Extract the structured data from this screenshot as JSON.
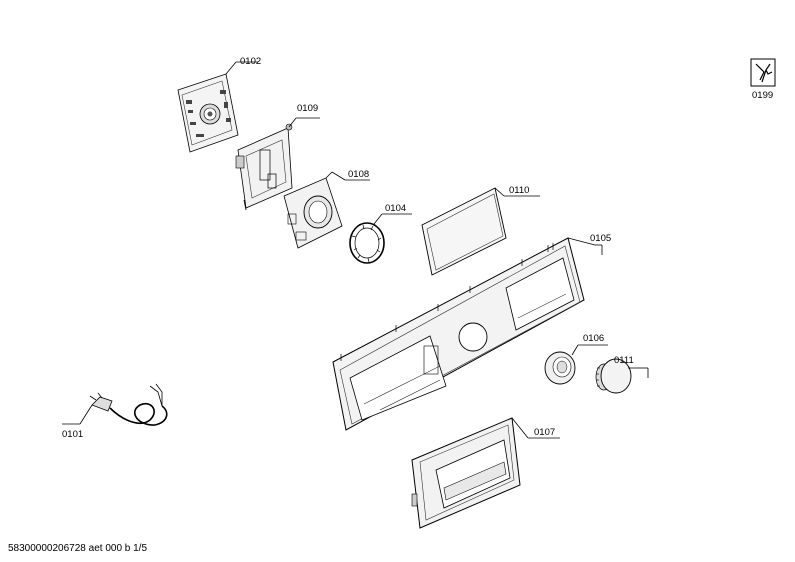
{
  "parts": [
    {
      "id": "p0102",
      "label": "0102"
    },
    {
      "id": "p0109",
      "label": "0109"
    },
    {
      "id": "p0108",
      "label": "0108"
    },
    {
      "id": "p0104",
      "label": "0104"
    },
    {
      "id": "p0110",
      "label": "0110"
    },
    {
      "id": "p0105",
      "label": "0105"
    },
    {
      "id": "p0106",
      "label": "0106"
    },
    {
      "id": "p0111",
      "label": "0111"
    },
    {
      "id": "p0107",
      "label": "0107"
    },
    {
      "id": "p0101",
      "label": "0101"
    },
    {
      "id": "p0199",
      "label": "0199"
    }
  ],
  "document_number": "58300000206728 aet 000 b 1/5",
  "icons": {
    "service": "wrench-service-icon"
  }
}
